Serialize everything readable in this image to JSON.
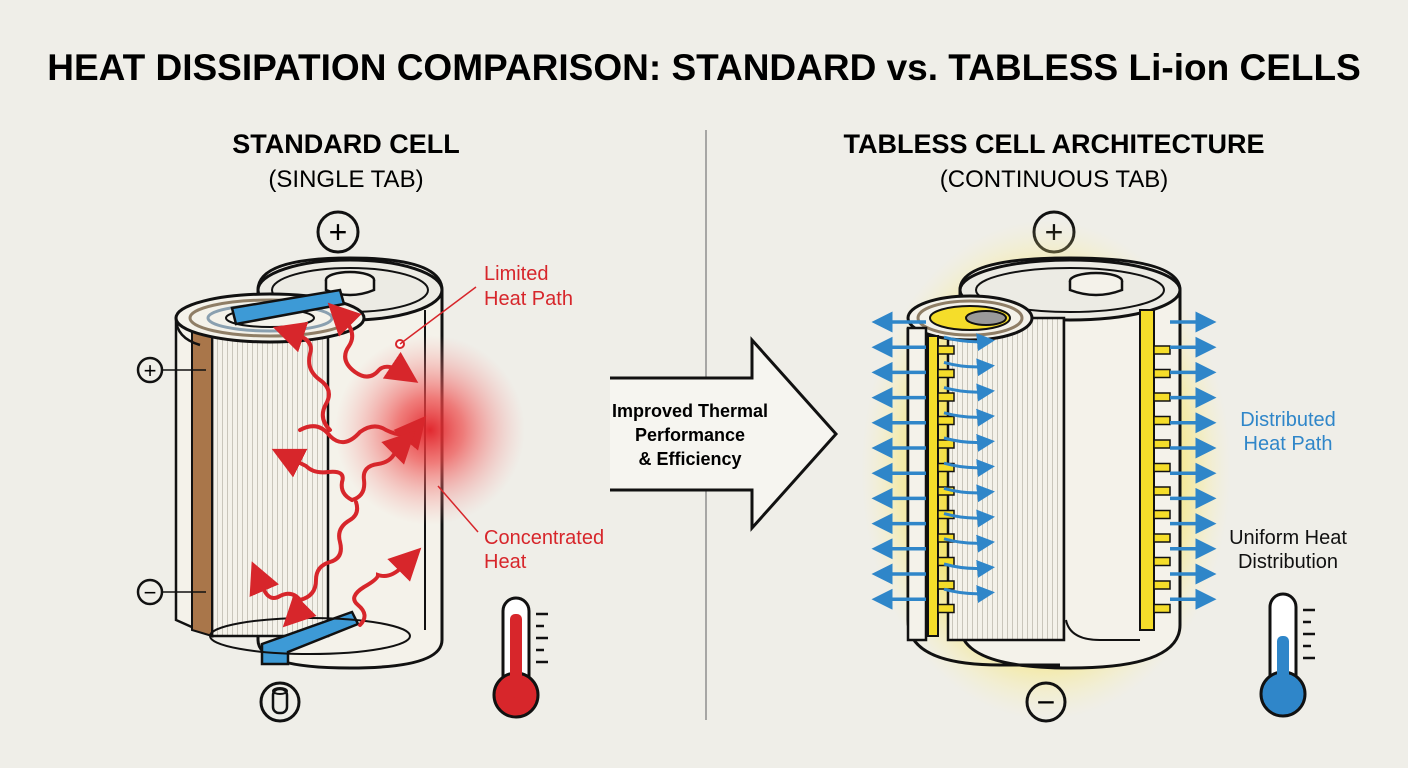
{
  "title": "HEAT DISSIPATION COMPARISON: STANDARD vs. TABLESS Li-ion CELLS",
  "left": {
    "heading": "STANDARD CELL",
    "subheading": "(SINGLE TAB)",
    "callout_top": [
      "Limited",
      "Heat Path"
    ],
    "callout_bottom": [
      "Concentrated",
      "Heat"
    ]
  },
  "center": {
    "arrow_label": [
      "Improved Thermal",
      "Performance",
      "& Efficiency"
    ]
  },
  "right": {
    "heading": "TABLESS CELL ARCHITECTURE",
    "subheading": "(CONTINUOUS TAB)",
    "callout_top": [
      "Distributed",
      "Heat Path"
    ],
    "callout_bottom": [
      "Uniform Heat",
      "Distribution"
    ]
  },
  "symbols": {
    "plus": "+",
    "minus": "−"
  },
  "colors": {
    "background": "#efeee8",
    "heat_red": "#d7262b",
    "cool_blue": "#2f86c9",
    "tab_blue": "#3d9ad6",
    "glow_yellow": "#f5dd2a",
    "copper": "#a9764a",
    "outline": "#1a1a1a"
  }
}
